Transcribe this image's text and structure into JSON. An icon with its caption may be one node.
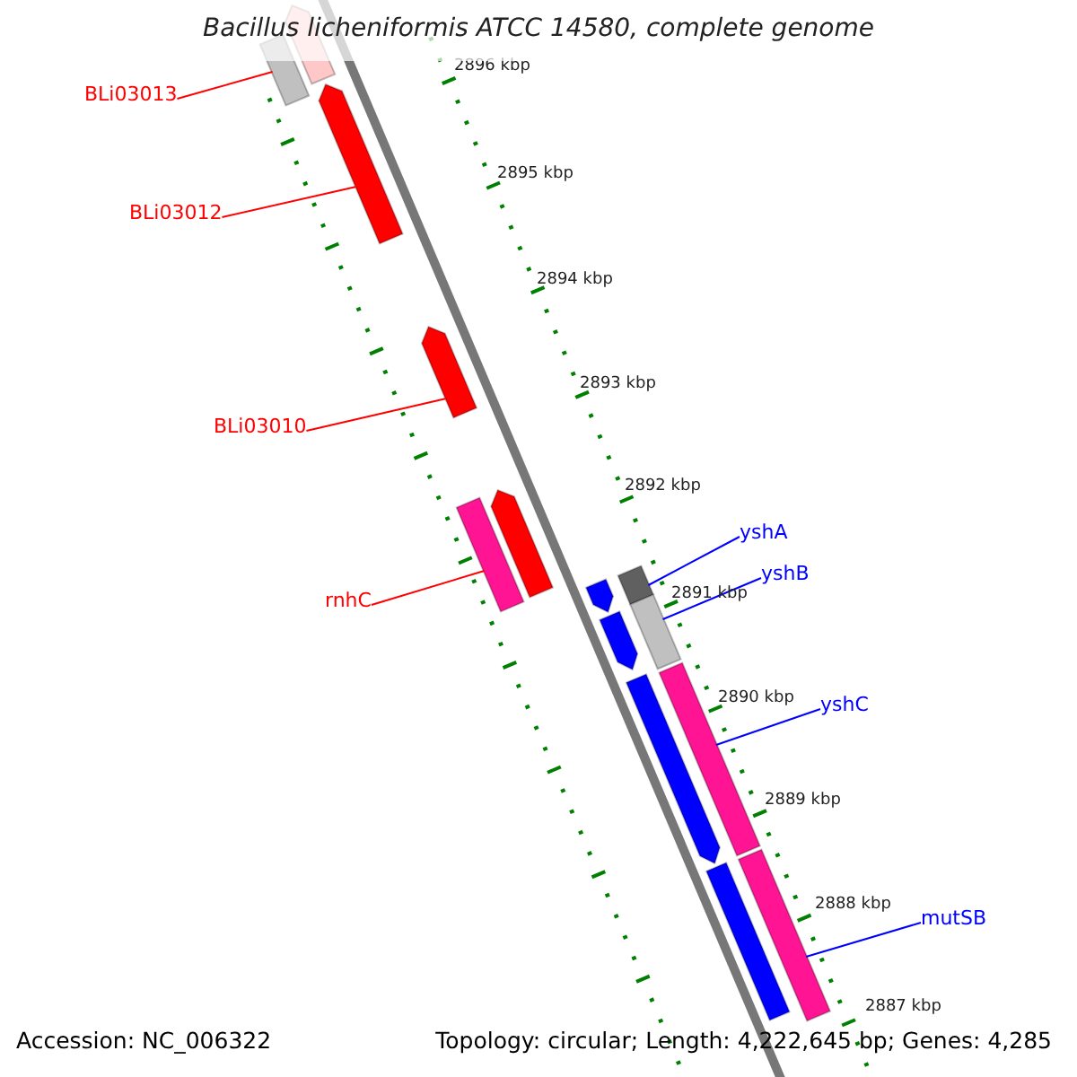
{
  "diagram": {
    "title": "Bacillus licheniformis ATCC 14580, complete genome",
    "nodes": [
      {
        "text": [],
        "shape": "bar"
      },
      {
        "text": [
          "BLi03013"
        ]
      },
      {
        "text": [],
        "shape": "bar"
      },
      {
        "text": [
          "BLi03012"
        ]
      },
      {
        "text": [],
        "shape": "bar"
      },
      {
        "text": [
          "BLi03010"
        ]
      },
      {
        "text": [],
        "shape": "bar"
      },
      {
        "text": [],
        "shape": "bar"
      },
      {
        "text": [
          "rnhC"
        ]
      },
      {
        "text": [],
        "shape": "bar"
      },
      {
        "text": [
          "yshA"
        ]
      },
      {
        "text": [],
        "shape": "bar"
      },
      {
        "text": [],
        "shape": "bar"
      },
      {
        "text": [
          "yshB"
        ]
      },
      {
        "text": [],
        "shape": "bar"
      },
      {
        "text": [],
        "shape": "bar"
      },
      {
        "text": [
          "yshC"
        ]
      },
      {
        "text": [],
        "shape": "bar"
      },
      {
        "text": [],
        "shape": "bar"
      },
      {
        "text": [
          "mutSB"
        ]
      },
      {
        "text": [],
        "shape": "bar"
      },
      {
        "text": [],
        "shape": "bar"
      }
    ],
    "edges": [
      {
        "from": 1,
        "to": 2,
        "arrow": "none"
      },
      {
        "from": 3,
        "to": 4,
        "arrow": "none"
      },
      {
        "from": 5,
        "to": 6,
        "arrow": "none"
      },
      {
        "from": 8,
        "to": 9,
        "arrow": "none"
      },
      {
        "from": 10,
        "to": 11,
        "arrow": "none",
        "color": "#0000ff"
      },
      {
        "from": 13,
        "to": 14,
        "arrow": "none",
        "color": "#0000ff"
      },
      {
        "from": 16,
        "to": 17,
        "arrow": "none",
        "color": "#0000ff"
      },
      {
        "from": 19,
        "to": 20,
        "arrow": "none",
        "color": "#0000ff"
      }
    ],
    "labels": [
      "2896 kbp",
      "2895 kbp",
      "2894 kbp",
      "2893 kbp",
      "2892 kbp",
      "2891 kbp",
      "2890 kbp",
      "2889 kbp",
      "2888 kbp",
      "2887 kbp",
      "Accession: NC_006322",
      "Topology: circular; Length: 4,222,645 bp; Genes: 4,285"
    ]
  }
}
